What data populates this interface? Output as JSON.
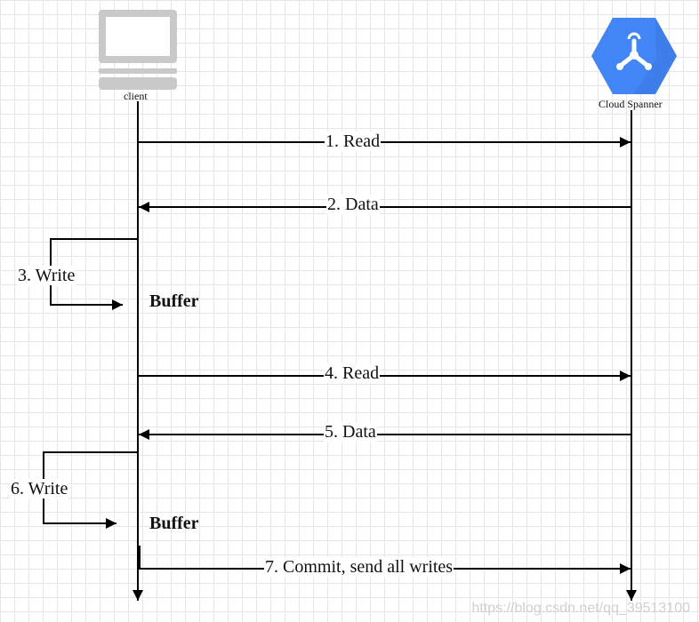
{
  "participants": {
    "client": {
      "label": "client",
      "icon": "computer-icon"
    },
    "server": {
      "label": "Cloud Spanner",
      "icon": "cloud-spanner-icon",
      "color": "#4285f4"
    }
  },
  "messages": [
    {
      "label": "1. Read",
      "direction": "to-server"
    },
    {
      "label": "2. Data",
      "direction": "to-client"
    },
    {
      "label": "4. Read",
      "direction": "to-server"
    },
    {
      "label": "5. Data",
      "direction": "to-client"
    },
    {
      "label": "7. Commit, send all writes",
      "direction": "to-server"
    }
  ],
  "self_writes": [
    {
      "label": "3. Write",
      "target": "Buffer"
    },
    {
      "label": "6. Write",
      "target": "Buffer"
    }
  ],
  "watermark": "https://blog.csdn.net/qq_39513100"
}
